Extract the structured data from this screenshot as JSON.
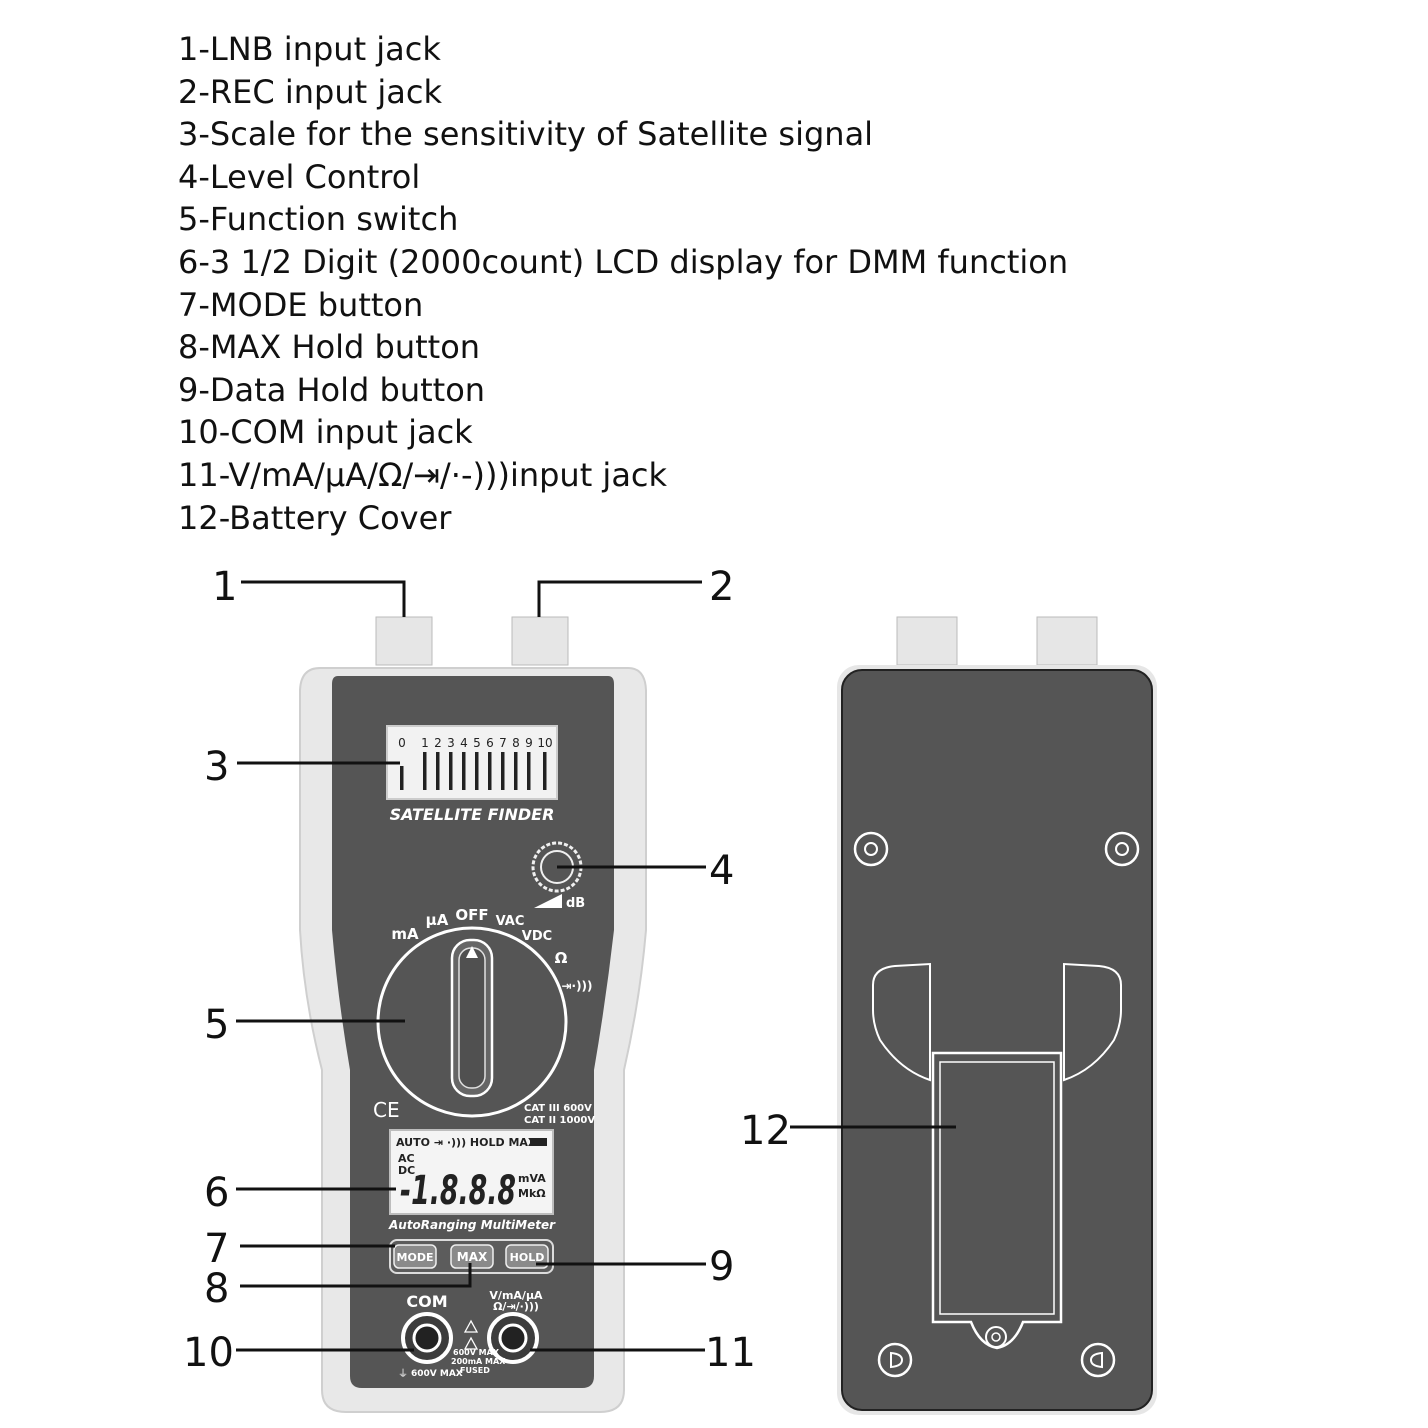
{
  "legend": [
    "1-LNB input jack",
    "2-REC input jack",
    "3-Scale for the sensitivity of Satellite signal",
    "4-Level Control",
    "5-Function switch",
    "6-3 1/2 Digit (2000count) LCD display for DMM function",
    "7-MODE button",
    "8-MAX Hold button",
    "9-Data Hold button",
    "10-COM input jack",
    "11-V/mA/µA/Ω/⇥/·‑)))input jack",
    "12-Battery Cover"
  ],
  "callouts": [
    "1",
    "2",
    "3",
    "4",
    "5",
    "6",
    "7",
    "8",
    "9",
    "10",
    "11",
    "12"
  ],
  "front": {
    "scale_ticks": [
      "0",
      "1",
      "2",
      "3",
      "4",
      "5",
      "6",
      "7",
      "8",
      "9",
      "10"
    ],
    "scale_title": "SATELLITE FINDER",
    "db_label": "dB",
    "switch_positions": [
      "mA",
      "µA",
      "OFF",
      "VAC",
      "VDC",
      "Ω",
      "⇥·)))"
    ],
    "ce_mark": "CE",
    "cat_ratings": [
      "CAT III 600V",
      "CAT II 1000V"
    ],
    "lcd": {
      "top_row": "AUTO ⇥ ·))) HOLD MAX",
      "ac": "AC",
      "dc": "DC",
      "digits": "-1.8.8.8",
      "units_top": "mVA",
      "units_bottom": "MkΩ"
    },
    "model_label": "AutoRanging MultiMeter",
    "buttons": {
      "mode": "MODE",
      "max": "MAX",
      "hold": "HOLD"
    },
    "jack_com_label": "COM",
    "jack_v_label_1": "V/mA/µA",
    "jack_v_label_2": "Ω/⇥/·)))",
    "jack_com_rating": "600V MAX",
    "jack_v_rating_1": "600V MAX",
    "jack_v_rating_2": "200mA MAX",
    "jack_v_rating_3": "FUSED"
  }
}
